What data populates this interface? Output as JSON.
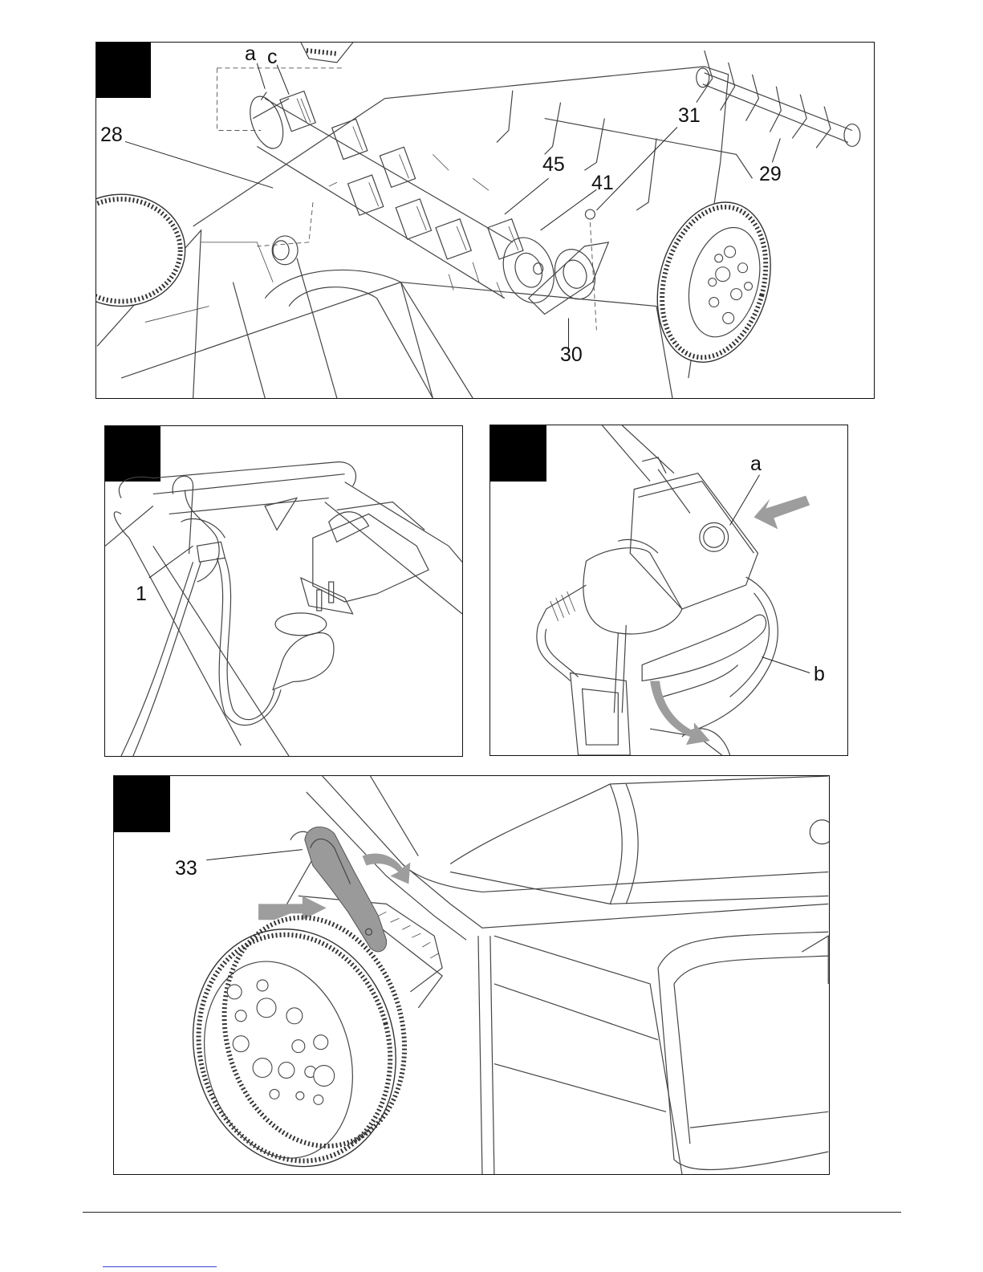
{
  "figures": [
    {
      "id": "panel-1",
      "callouts": [
        {
          "label": "a"
        },
        {
          "label": "c"
        },
        {
          "label": "28"
        },
        {
          "label": "31"
        },
        {
          "label": "45"
        },
        {
          "label": "41"
        },
        {
          "label": "29"
        },
        {
          "label": "30"
        }
      ]
    },
    {
      "id": "panel-2",
      "callouts": [
        {
          "label": "1"
        }
      ]
    },
    {
      "id": "panel-3",
      "callouts": [
        {
          "label": "a"
        },
        {
          "label": "b"
        }
      ]
    },
    {
      "id": "panel-4",
      "callouts": [
        {
          "label": "33"
        }
      ]
    }
  ],
  "colors": {
    "ink": "#111111",
    "line": "#444444",
    "arrow_gray": "#9d9d9d",
    "lever_gray": "#9a9a9a",
    "footer_link": "#3344cc"
  }
}
